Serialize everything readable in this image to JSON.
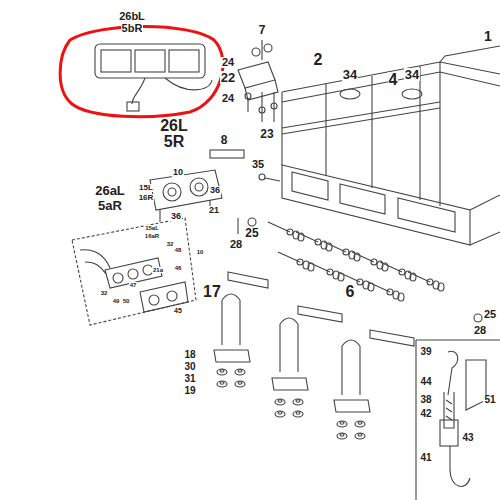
{
  "diagram": {
    "labels": [
      "26bL",
      "5bR",
      "7",
      "1",
      "2",
      "34",
      "34",
      "4",
      "24",
      "22",
      "24",
      "23",
      "26L",
      "5R",
      "8",
      "35",
      "10",
      "26aL",
      "5aR",
      "15L",
      "16R",
      "36",
      "21",
      "36",
      "25",
      "28",
      "15aL",
      "16aR",
      "32",
      "48",
      "10",
      "21a",
      "46",
      "47",
      "32",
      "49",
      "50",
      "45",
      "17",
      "6",
      "25",
      "28",
      "18",
      "30",
      "31",
      "19",
      "39",
      "44",
      "38",
      "42",
      "43",
      "41",
      "51"
    ]
  }
}
